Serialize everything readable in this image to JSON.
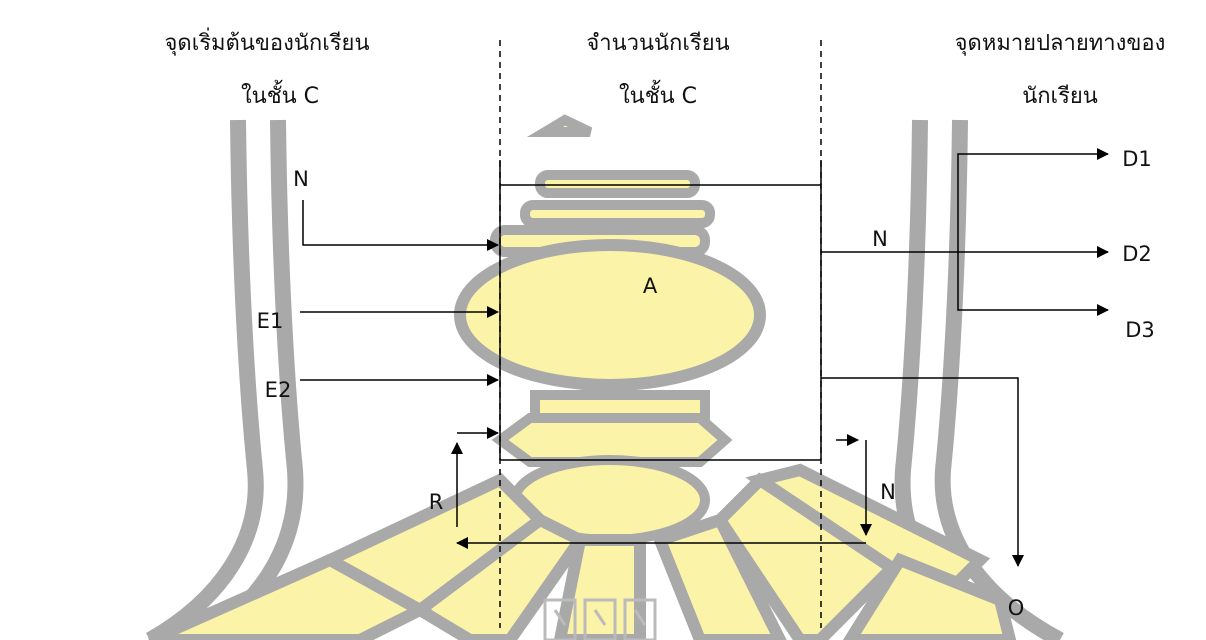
{
  "headers": {
    "origin": {
      "line1": "จุดเริ่มต้นของนักเรียน",
      "line2": "ในชั้น C"
    },
    "stock": {
      "line1": "จำนวนนักเรียน",
      "line2": "ในชั้น C"
    },
    "destination": {
      "line1": "จุดหมายปลายทางของ",
      "line2": "นักเรียน"
    }
  },
  "labels": {
    "n_in": "N",
    "e1": "E1",
    "e2": "E2",
    "r": "R",
    "a": "A",
    "n_out": "N",
    "n_return": "N",
    "d1": "D1",
    "d2": "D2",
    "d3": "D3",
    "o": "O"
  },
  "colors": {
    "line": "#000000",
    "watermark_gray": "#a9a9a9",
    "watermark_yellow": "#fbf3a7",
    "watermark_yellow_edge": "#f3e67d"
  },
  "watermark": {
    "icon": "university-emblem-watermark"
  }
}
